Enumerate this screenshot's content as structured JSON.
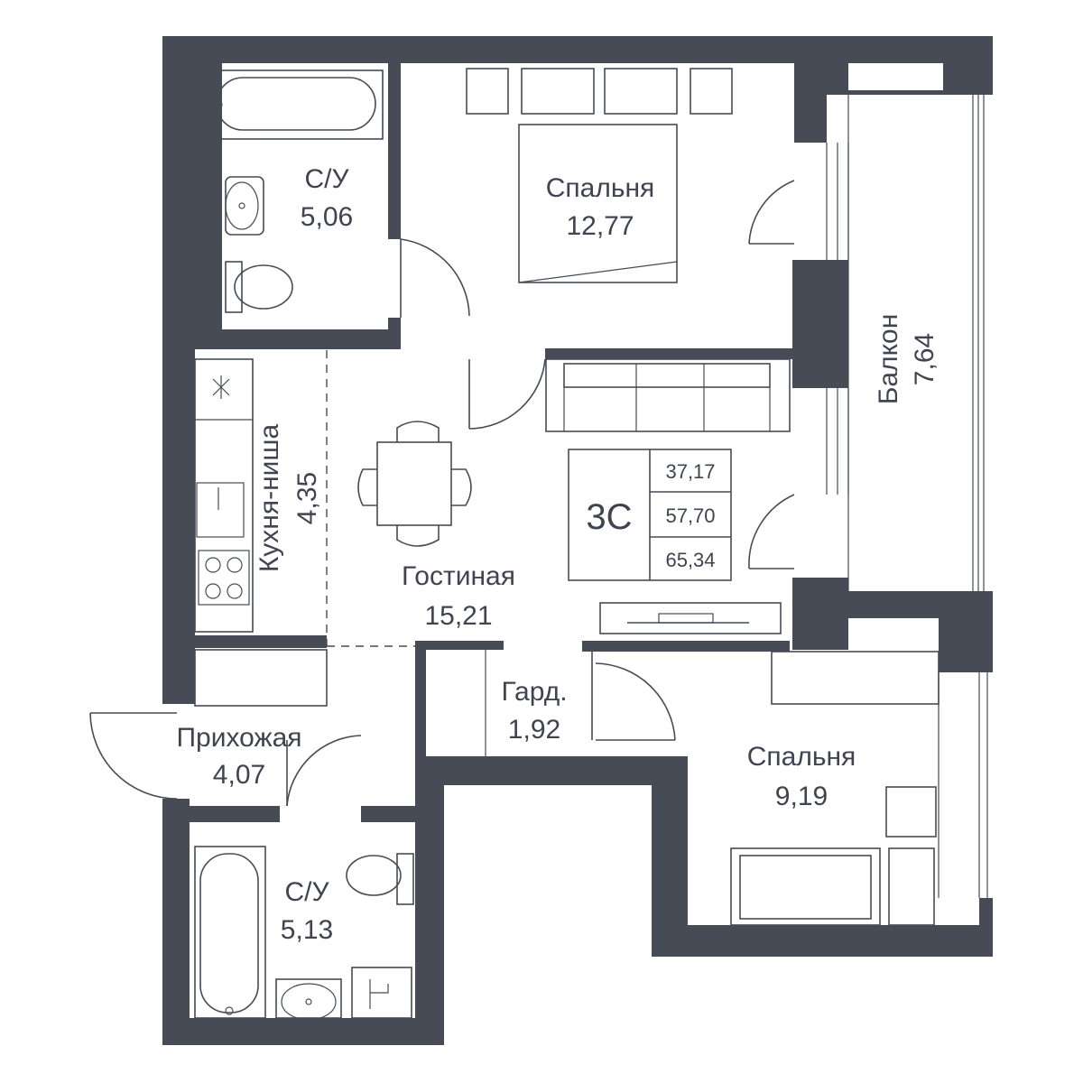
{
  "rooms": {
    "bath1": {
      "name": "С/У",
      "area": "5,06"
    },
    "bedroom1": {
      "name": "Спальня",
      "area": "12,77"
    },
    "balcony": {
      "name": "Балкон",
      "area": "7,64"
    },
    "kitchen": {
      "name": "Кухня-ниша",
      "area": "4,35"
    },
    "living": {
      "name": "Гостиная",
      "area": "15,21"
    },
    "wardrobe": {
      "name": "Гард.",
      "area": "1,92"
    },
    "hall": {
      "name": "Прихожая",
      "area": "4,07"
    },
    "bedroom2": {
      "name": "Спальня",
      "area": "9,19"
    },
    "bath2": {
      "name": "С/У",
      "area": "5,13"
    }
  },
  "apartment": {
    "type_code": "3С",
    "areas": [
      "37,17",
      "57,70",
      "65,34"
    ]
  },
  "colors": {
    "wall": "#474b55",
    "background": "#ffffff",
    "text": "#3f4450"
  }
}
